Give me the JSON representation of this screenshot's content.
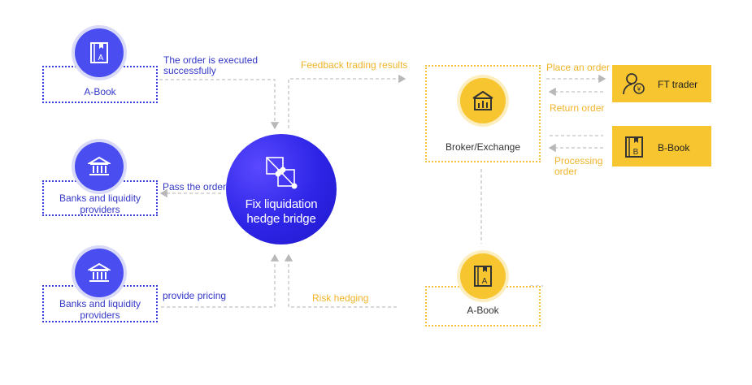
{
  "hub": {
    "label_line1": "Fix liquidation",
    "label_line2": "hedge bridge"
  },
  "left_nodes": [
    {
      "label": "A-Book",
      "icon": "book-a-icon"
    },
    {
      "label_line1": "Banks and liquidity",
      "label_line2": "providers",
      "icon": "bank-icon"
    },
    {
      "label_line1": "Banks and liquidity",
      "label_line2": "providers",
      "icon": "bank-icon"
    }
  ],
  "right_nodes": {
    "broker": {
      "label": "Broker/Exchange",
      "icon": "building-chart-icon"
    },
    "abook": {
      "label": "A-Book",
      "icon": "book-a-icon"
    },
    "ft_trader": {
      "label": "FT trader",
      "icon": "person-yen-icon"
    },
    "bbook": {
      "label": "B-Book",
      "icon": "book-b-icon"
    }
  },
  "edge_labels": {
    "executed_line1": "The order is executed",
    "executed_line2": "successfully",
    "feedback": "Feedback trading results",
    "pass_order": "Pass the order",
    "provide_pricing": "provide pricing",
    "risk_hedging": "Risk hedging",
    "place_order": "Place an order",
    "return_order": "Return order",
    "processing_line1": "Processing",
    "processing_line2": "order"
  },
  "colors": {
    "blue": "#3b3fd6",
    "gold": "#f7c52f",
    "line": "#bdbdbd"
  }
}
